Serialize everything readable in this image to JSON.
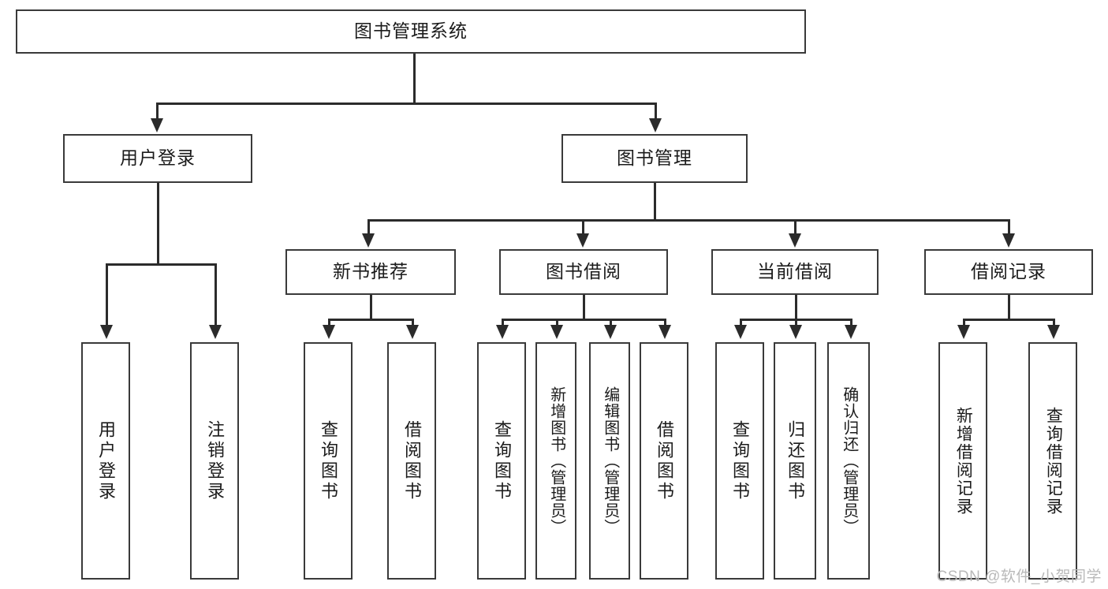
{
  "diagram": {
    "type": "tree-hierarchy",
    "title": "图书管理系统",
    "orientation": "top-down",
    "watermark": "CSDN @软件_小贺同学",
    "colors": {
      "box_border": "#3a3a3a",
      "connector": "#2b2b2b",
      "box_fill": "#ffffff",
      "page_background": "#ffffff",
      "watermark_text": "#b9b9b9"
    },
    "root": {
      "label": "图书管理系统"
    },
    "level2": [
      {
        "label": "用户登录"
      },
      {
        "label": "图书管理"
      }
    ],
    "level3": [
      {
        "label": "新书推荐"
      },
      {
        "label": "图书借阅"
      },
      {
        "label": "当前借阅"
      },
      {
        "label": "借阅记录"
      }
    ],
    "leaves": {
      "user_login": [
        {
          "label": "用户登录"
        },
        {
          "label": "注销登录"
        }
      ],
      "new_book_recommend": [
        {
          "label": "查询图书"
        },
        {
          "label": "借阅图书"
        }
      ],
      "book_borrow": [
        {
          "label": "查询图书"
        },
        {
          "label": "新增图书（管理员）"
        },
        {
          "label": "编辑图书（管理员）"
        },
        {
          "label": "借阅图书"
        }
      ],
      "current_borrow": [
        {
          "label": "查询图书"
        },
        {
          "label": "归还图书"
        },
        {
          "label": "确认归还（管理员）"
        }
      ],
      "borrow_record": [
        {
          "label": "新增借阅记录"
        },
        {
          "label": "查询借阅记录"
        }
      ]
    }
  }
}
